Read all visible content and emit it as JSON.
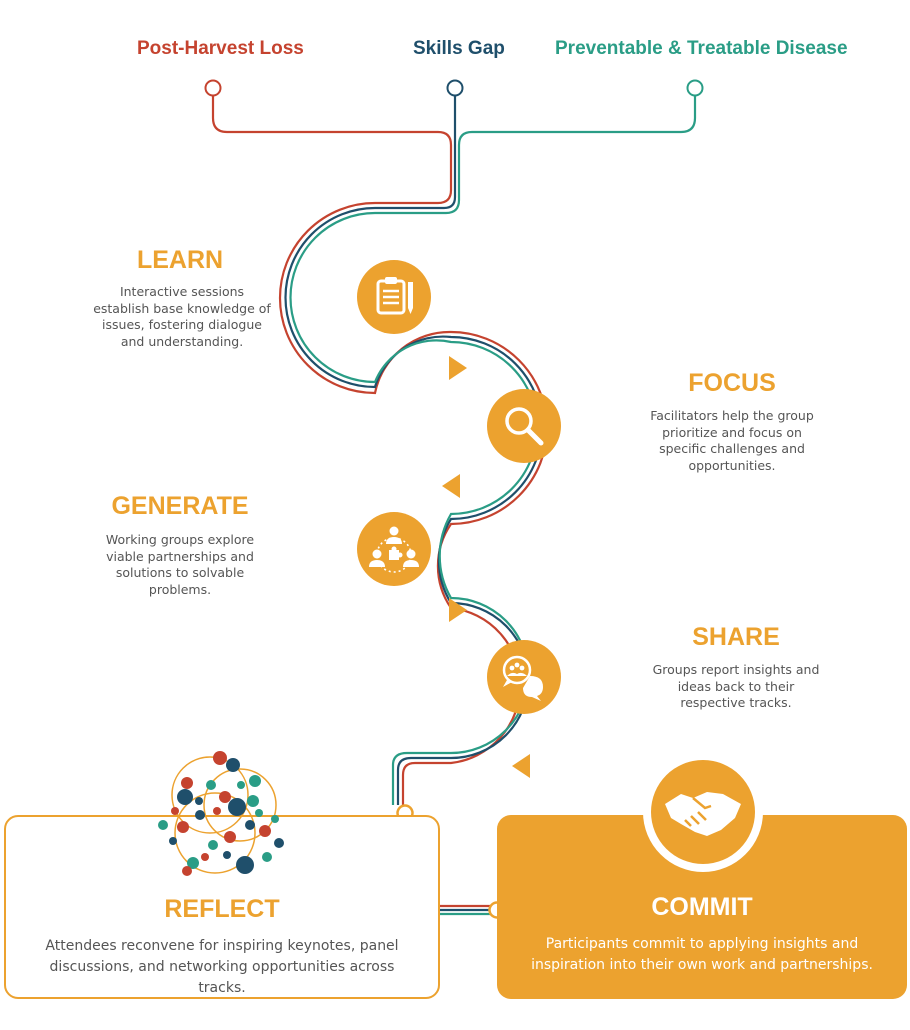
{
  "colors": {
    "red": "#c5432f",
    "navy": "#1f4f6b",
    "teal": "#2a9d86",
    "orange": "#eca22f",
    "text": "#555555"
  },
  "tracks": [
    {
      "label": "Post-Harvest Loss",
      "color": "#c5432f"
    },
    {
      "label": "Skills Gap",
      "color": "#1f4f6b"
    },
    {
      "label": "Preventable & Treatable Disease",
      "color": "#2a9d86"
    }
  ],
  "steps": {
    "learn": {
      "title": "LEARN",
      "description": "Interactive sessions establish base knowledge of issues, fostering dialogue and understanding.",
      "icon": "clipboard-pencil-icon"
    },
    "focus": {
      "title": "FOCUS",
      "description": "Facilitators help the group prioritize and focus on specific challenges and opportunities.",
      "icon": "magnifier-icon"
    },
    "generate": {
      "title": "GENERATE",
      "description": "Working groups explore viable partnerships and solutions to solvable problems.",
      "icon": "people-puzzle-icon"
    },
    "share": {
      "title": "SHARE",
      "description": "Groups report insights and ideas back to their respective tracks.",
      "icon": "speech-bubbles-icon"
    }
  },
  "reflect": {
    "title": "REFLECT",
    "description": "Attendees reconvene for inspiring keynotes, panel discussions, and networking opportunities across tracks.",
    "icon": "network-icon"
  },
  "commit": {
    "title": "COMMIT",
    "description": "Participants commit to applying insights and inspiration into their own work and partnerships.",
    "icon": "handshake-icon"
  }
}
